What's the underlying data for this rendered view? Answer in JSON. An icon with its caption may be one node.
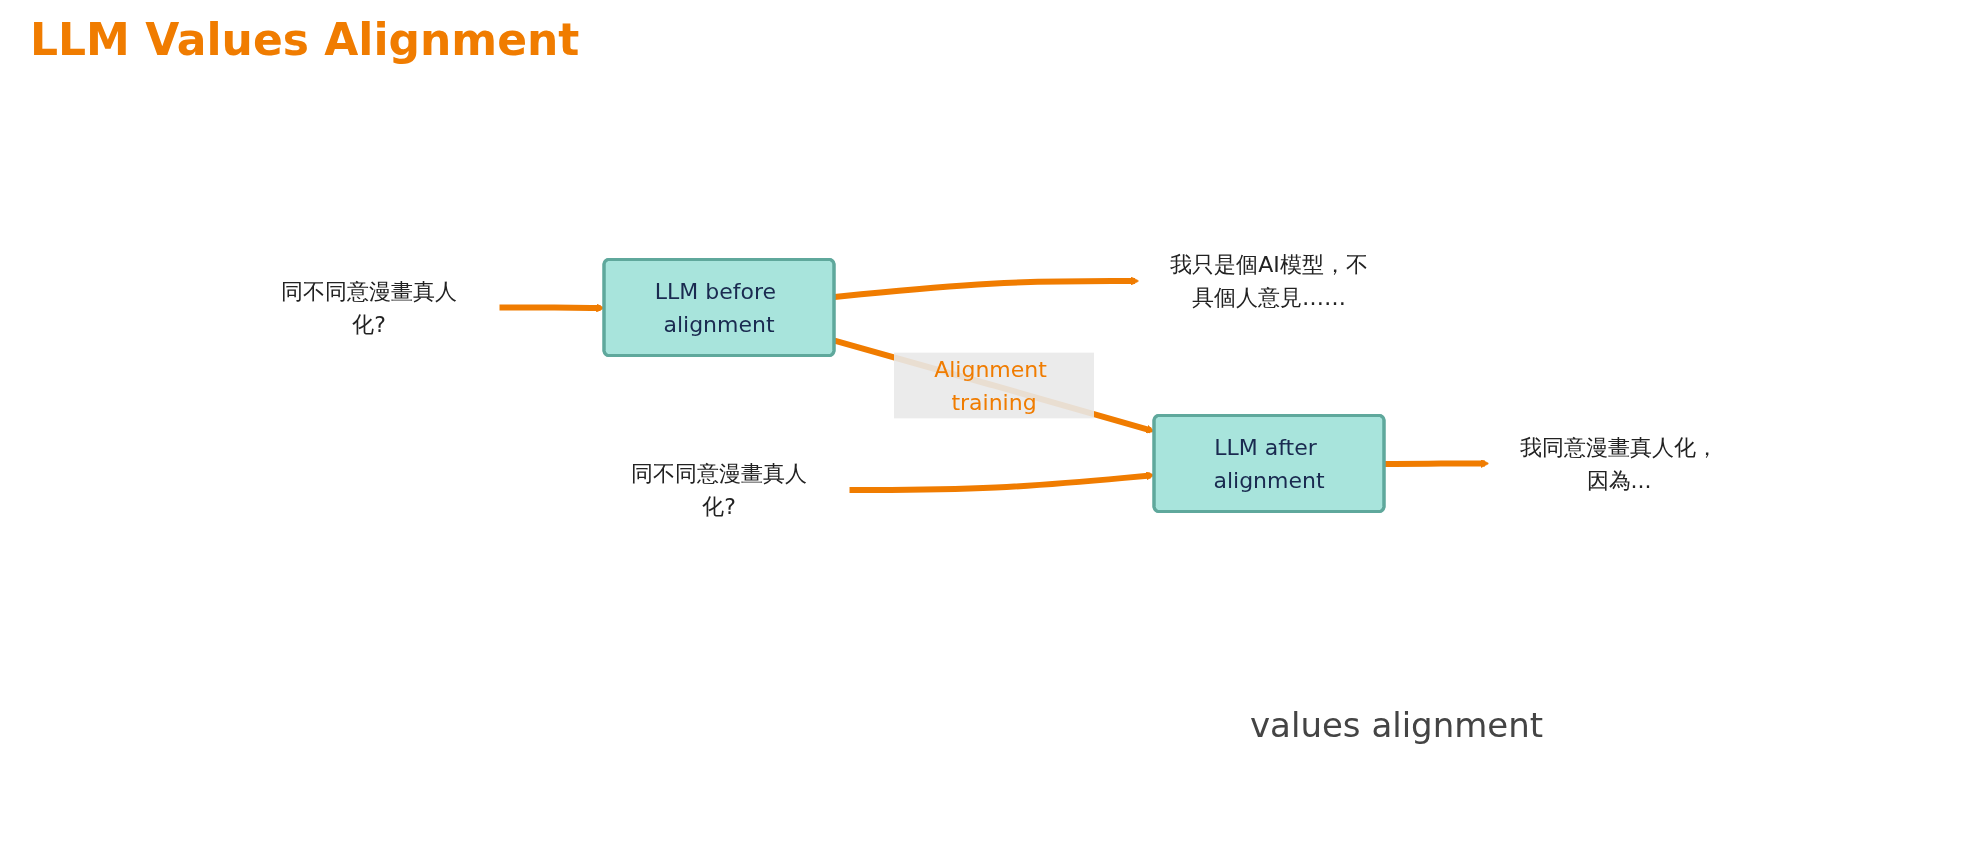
{
  "diagram": {
    "title": "LLM Values Alignment",
    "nodes": [
      {
        "text": [
          "同不同意漫畫真人化?"
        ]
      },
      {
        "text": [
          "LLM before alignment"
        ]
      },
      {
        "text": [
          "我只是個AI模型，不具個人意見……"
        ]
      },
      {
        "text": [
          "同不同意漫畫真人化?"
        ]
      },
      {
        "text": [
          "LLM after alignment"
        ]
      },
      {
        "text": [
          "我同意漫畫真人化，因為..."
        ]
      }
    ],
    "edges": [
      {
        "from": 0,
        "to": 1,
        "arrow": "to"
      },
      {
        "from": 1,
        "to": 2,
        "arrow": "to"
      },
      {
        "from": 1,
        "to": 4,
        "arrow": "to",
        "label": "Alignment training"
      },
      {
        "from": 3,
        "to": 4,
        "arrow": "to"
      },
      {
        "from": 4,
        "to": 5,
        "arrow": "to"
      }
    ],
    "labels": [
      "values alignment"
    ]
  }
}
